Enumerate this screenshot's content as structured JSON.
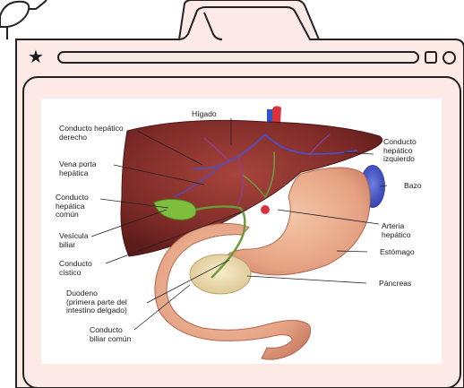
{
  "window": {
    "favorite_icon": "star-icon",
    "controls": [
      "square-button-icon",
      "circle-button-icon"
    ]
  },
  "diagram": {
    "labels": {
      "higado": "Hígado",
      "conducto_hepatico_derecho": "Conducto hepático\nderecho",
      "vena_porta": "Vena porta\nhepática",
      "conducto_hepatico_comun": "Conducto\nhepática\ncomún",
      "vesicula": "Vesícula\nbiliar",
      "conducto_cistico": "Conducto\ncístico",
      "duodeno": "Duodeno\n(primera parte del\nintestino delgado)",
      "conducto_biliar_comun": "Conducto\nbiliar común",
      "conducto_hepatico_izquierdo": "Conducto\nhepático\nizquierdo",
      "bazo": "Bazo",
      "arteria_hepatico": "Arteria\nhepático",
      "estomago": "Estómago",
      "pancreas": "Páncreas"
    }
  }
}
